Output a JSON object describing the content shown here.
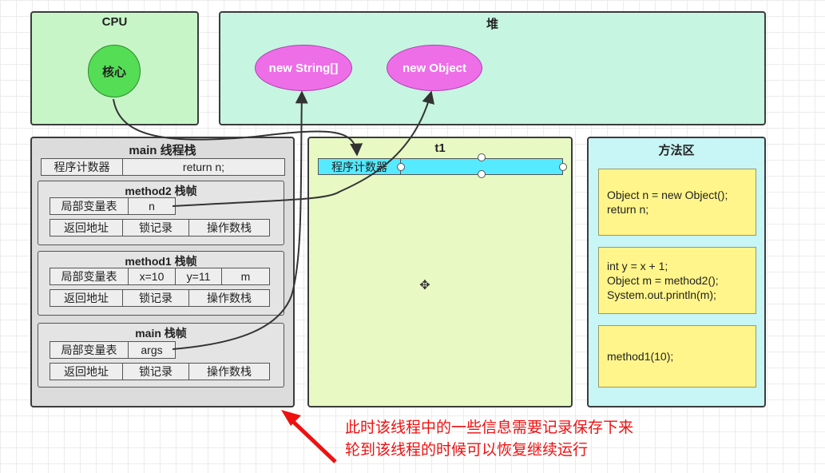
{
  "cpu": {
    "title": "CPU",
    "core": "核心"
  },
  "heap": {
    "title": "堆",
    "obj1": "new String[]",
    "obj2": "new Object"
  },
  "main_stack": {
    "title": "main 线程栈",
    "pc_label": "程序计数器",
    "pc_value": "return n;",
    "frames": [
      {
        "title": "method2 栈帧",
        "locals_label": "局部变量表",
        "locals": [
          "n"
        ],
        "ret": "返回地址",
        "lock": "锁记录",
        "operand": "操作数栈"
      },
      {
        "title": "method1 栈帧",
        "locals_label": "局部变量表",
        "locals": [
          "x=10",
          "y=11",
          "m"
        ],
        "ret": "返回地址",
        "lock": "锁记录",
        "operand": "操作数栈"
      },
      {
        "title": "main 栈帧",
        "locals_label": "局部变量表",
        "locals": [
          "args"
        ],
        "ret": "返回地址",
        "lock": "锁记录",
        "operand": "操作数栈"
      }
    ]
  },
  "t1": {
    "title": "t1",
    "pc_label": "程序计数器",
    "pc_value": ""
  },
  "method_area": {
    "title": "方法区",
    "blocks": [
      [
        "Object n = new Object();",
        "return n;"
      ],
      [
        "int y = x + 1;",
        "Object m = method2();",
        "System.out.println(m);"
      ],
      [
        "method1(10);"
      ]
    ]
  },
  "annotation": {
    "line1": "此时该线程中的一些信息需要记录保存下来",
    "line2": "轮到该线程的时候可以恢复继续运行"
  },
  "colors": {
    "cpu_bg": "#c8f5c8",
    "heap_bg": "#c6f5e2",
    "stack_bg": "#dcdcdc",
    "t1_bg": "#e8f9c4",
    "method_bg": "#c8f5f5",
    "pc_highlight": "#55eaff",
    "object": "#ee6ee8",
    "code_block": "#fff58a",
    "core": "#55dd55",
    "arrow_red": "#ee1111"
  }
}
